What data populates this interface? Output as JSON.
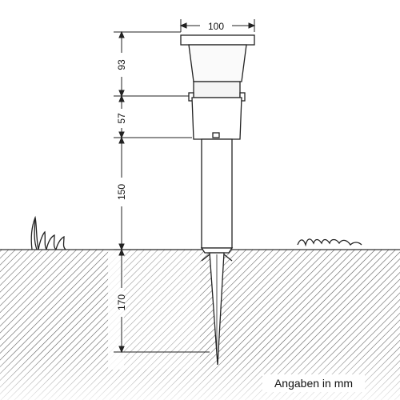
{
  "dimensions": {
    "width_top": "100",
    "height_1": "93",
    "height_2": "57",
    "height_3": "150",
    "height_4": "170"
  },
  "caption": "Angaben in mm"
}
